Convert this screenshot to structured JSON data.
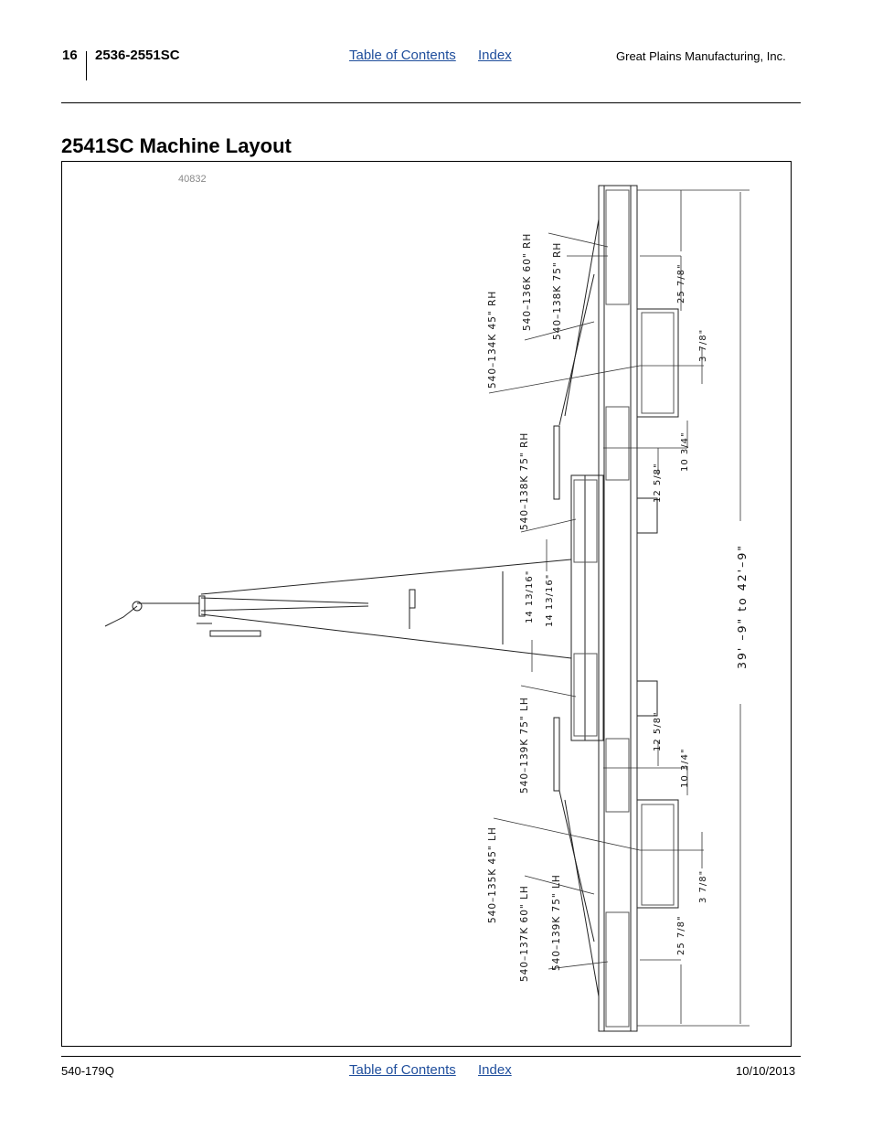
{
  "header": {
    "page_number": "16",
    "model": "2536-2551SC",
    "toc_link": "Table of Contents",
    "index_link": "Index",
    "company": "Great Plains Manufacturing, Inc."
  },
  "section_title": "2541SC Machine Layout",
  "figure": {
    "figure_number": "40832",
    "part_labels": {
      "p136": "540–136K 60\" RH",
      "p138a": "540–138K 75\" RH",
      "p134": "540–134K 45\" RH",
      "p138b": "540–138K 75\" RH",
      "p139a": "540–139K 75\" LH",
      "p135": "540–135K 45\" LH",
      "p137": "540–137K 60\" LH",
      "p139b": "540–139K 75\" LH"
    },
    "dimensions": {
      "d_top_25": "25 7/8\"",
      "d_top_3": "3 7/8\"",
      "d_top_10": "10 3/4\"",
      "d_top_12": "12 5/8\"",
      "d_mid_14a": "14 13/16\"",
      "d_mid_14b": "14 13/16\"",
      "d_bot_12": "12 5/8\"",
      "d_bot_10": "10 3/4\"",
      "d_bot_3": "3 7/8\"",
      "d_bot_25": "25 7/8\"",
      "overall": "39' –9\" to 42'–9\""
    }
  },
  "footer": {
    "doc_number": "540-179Q",
    "toc_link": "Table of Contents",
    "index_link": "Index",
    "date": "10/10/2013"
  }
}
